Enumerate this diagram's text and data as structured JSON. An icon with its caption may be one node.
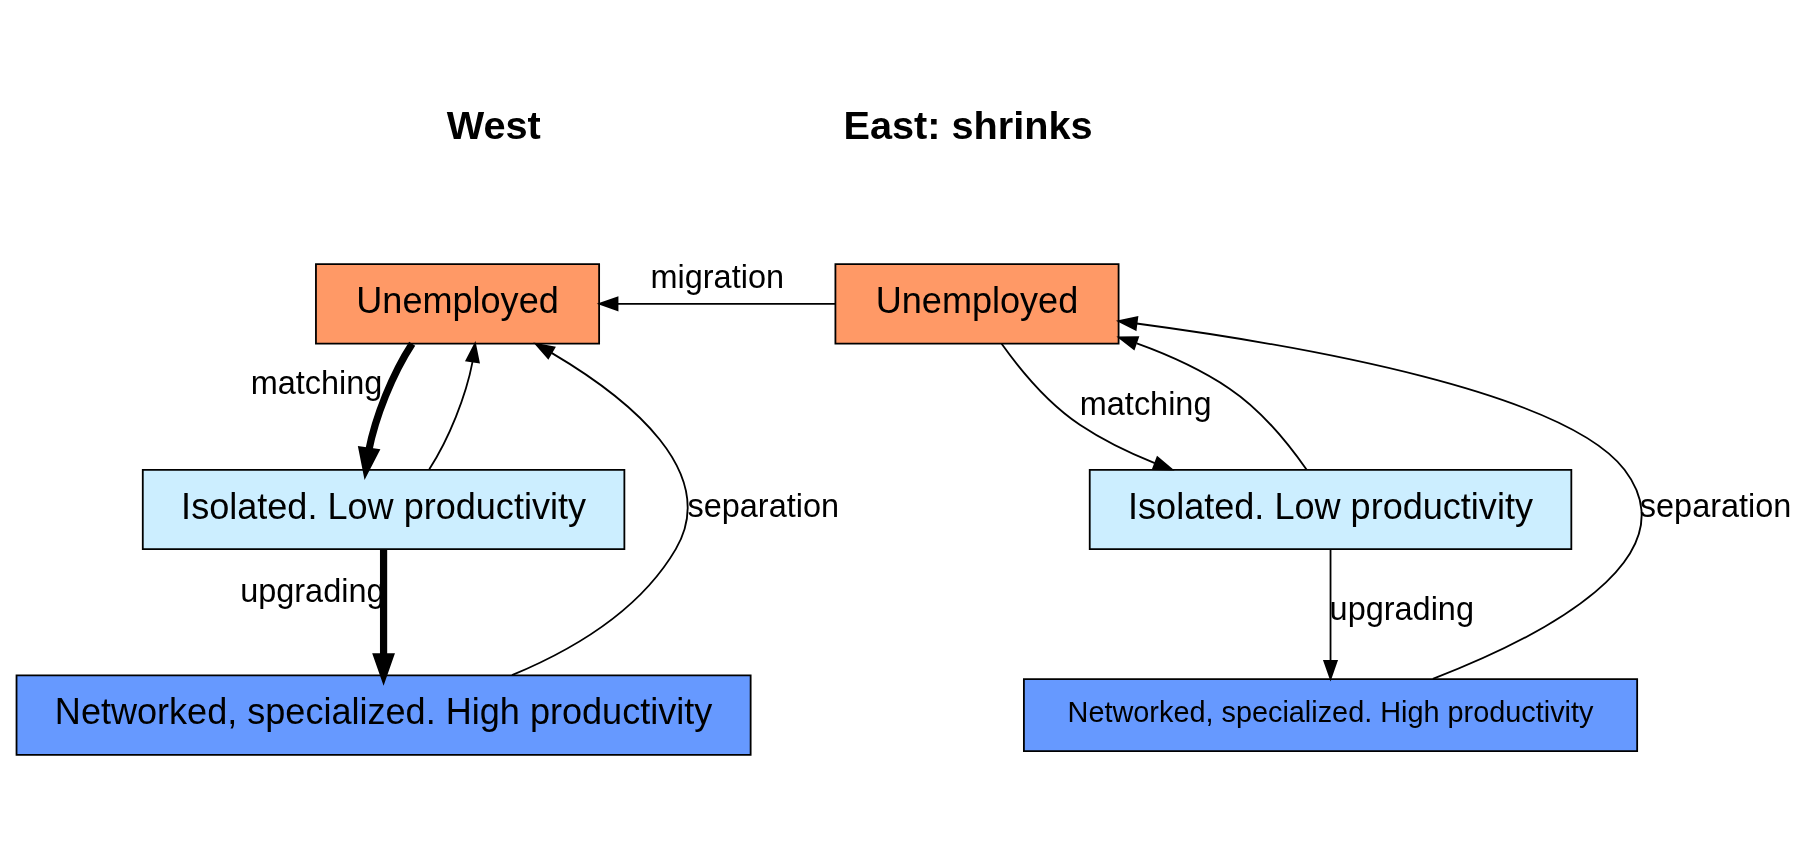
{
  "diagram": {
    "nodes": [
      {
        "text": [
          "Unemployed"
        ]
      },
      {
        "text": [
          "Isolated. Low productivity"
        ]
      },
      {
        "text": [
          "Networked, specialized. High productivity"
        ]
      },
      {
        "text": [
          "Unemployed"
        ]
      },
      {
        "text": [
          "Isolated. Low productivity"
        ]
      },
      {
        "text": [
          "Networked, specialized. High productivity"
        ]
      }
    ],
    "edges": [
      {
        "from": 3,
        "to": 0,
        "arrow": "to",
        "label": "migration"
      },
      {
        "from": 0,
        "to": 1,
        "arrow": "to",
        "label": "matching",
        "style": "thick"
      },
      {
        "from": 1,
        "to": 2,
        "arrow": "to",
        "label": "upgrading",
        "style": "thick"
      },
      {
        "from": 1,
        "to": 0,
        "arrow": "to"
      },
      {
        "from": 2,
        "to": 0,
        "arrow": "to",
        "label": "separation"
      },
      {
        "from": 3,
        "to": 4,
        "arrow": "to",
        "label": "matching"
      },
      {
        "from": 4,
        "to": 5,
        "arrow": "to",
        "label": "upgrading"
      },
      {
        "from": 4,
        "to": 3,
        "arrow": "to"
      },
      {
        "from": 5,
        "to": 3,
        "arrow": "to",
        "label": "separation"
      }
    ],
    "labels": [
      "West",
      "East: shrinks"
    ]
  }
}
